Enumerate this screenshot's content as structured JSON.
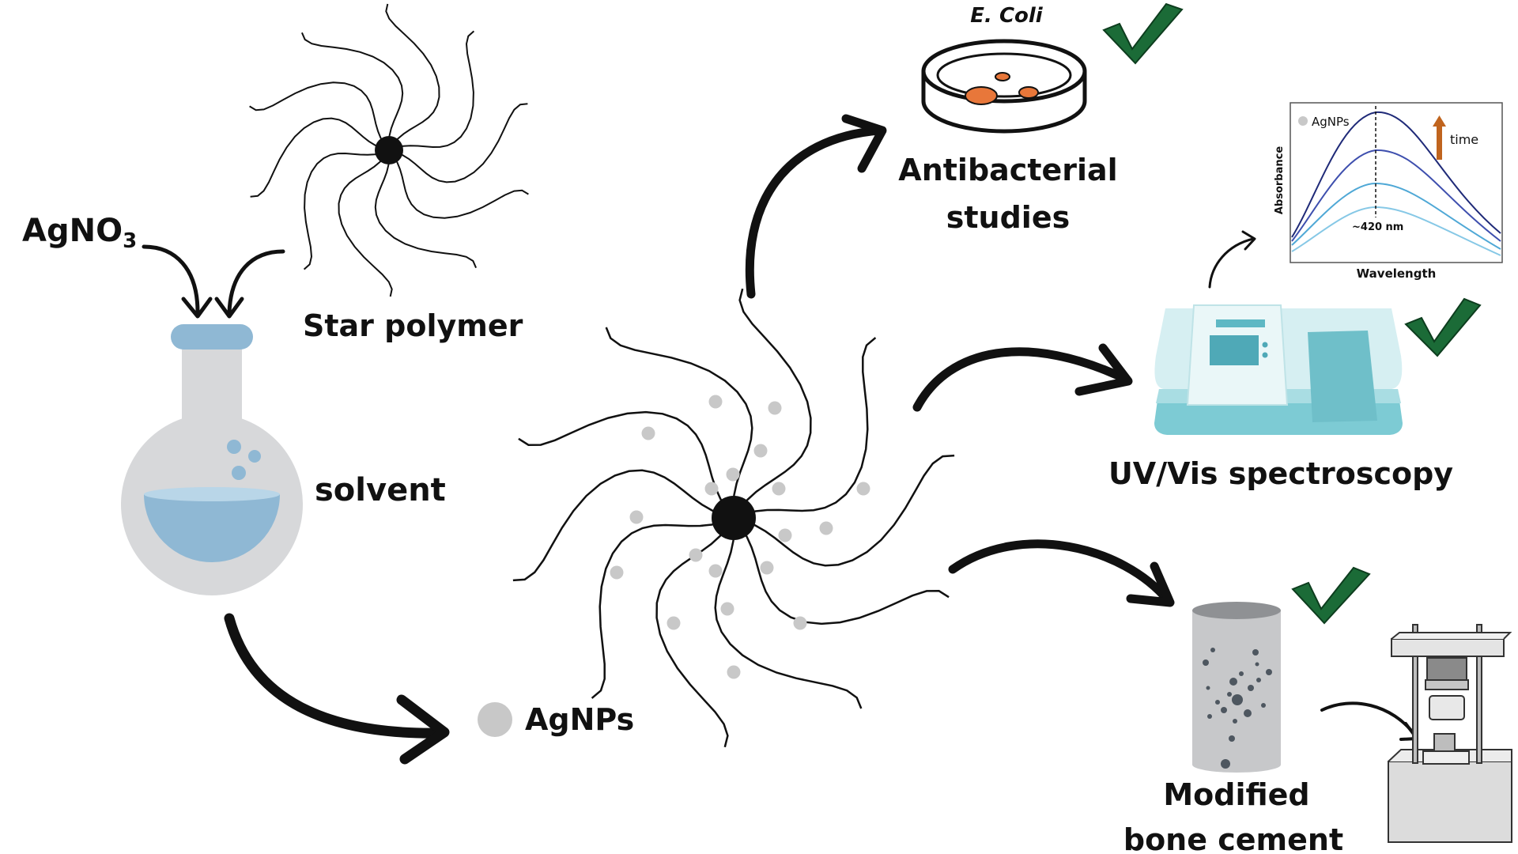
{
  "labels": {
    "agno3_main": "AgNO",
    "agno3_sub": "3",
    "star_polymer": "Star polymer",
    "solvent": "solvent",
    "agnps": "AgNPs",
    "ecoli": "E. Coli",
    "antibacterial_line1": "Antibacterial",
    "antibacterial_line2": "studies",
    "uvvis": "UV/Vis spectroscopy",
    "bone_line1": "Modified",
    "bone_line2": "bone cement"
  },
  "spectrum_inset": {
    "legend": "AgNPs",
    "time_label": "time",
    "peak_label": "~420 nm",
    "xlabel": "Wavelength",
    "ylabel": "Absorbance"
  },
  "colors": {
    "check": "#1b6b37",
    "flask_gray": "#d7d8da",
    "liquid": "#8fb8d4",
    "spectro": "#a9dde3",
    "time_arrow": "#c0641e",
    "petri_dot": "#e8773a"
  }
}
